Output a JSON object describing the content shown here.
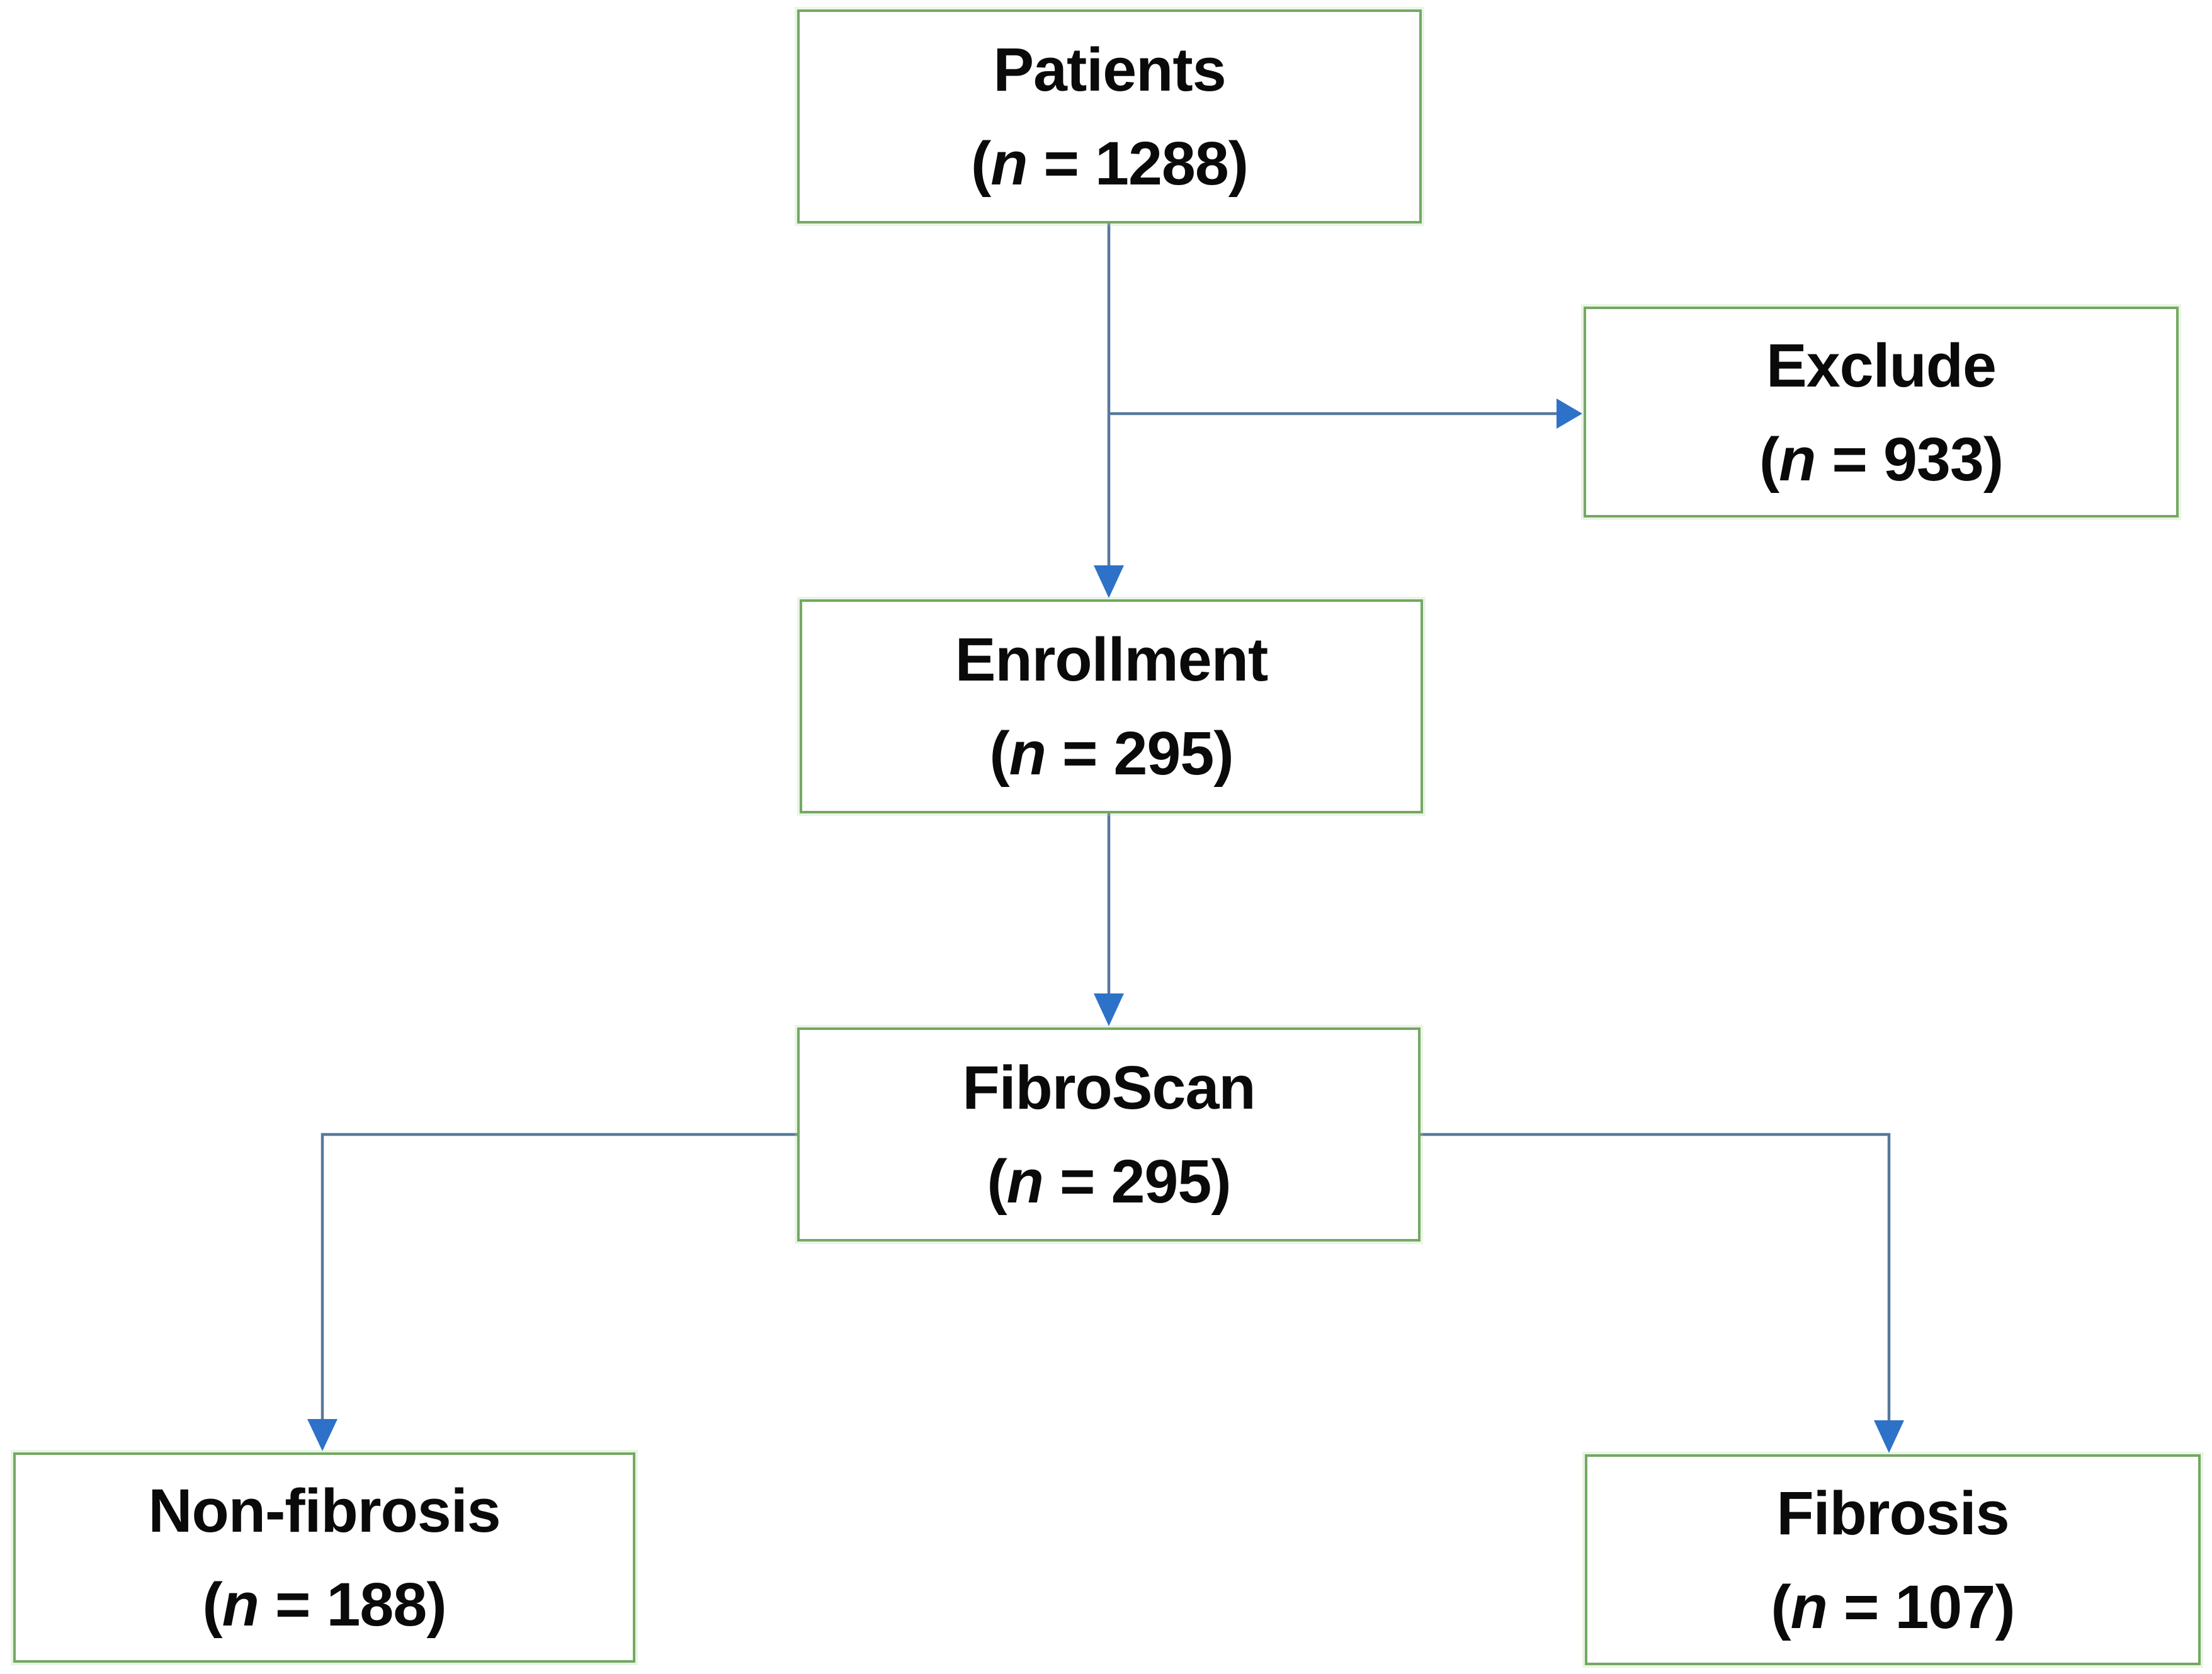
{
  "diagram": {
    "type": "patient-flow-diagram"
  },
  "colors": {
    "box_border": "#74a863",
    "box_fill": "#ffffff",
    "connector": "#56789b",
    "arrowhead": "#2d72c8",
    "text": "#0a0a0a",
    "background": "#ffffff"
  },
  "meta": {
    "open_paren": "(",
    "n_separator": " = ",
    "close_paren": ")"
  },
  "nodes": [
    {
      "id": "patients",
      "label": "Patients",
      "n_symbol": "n",
      "n_value": "1288"
    },
    {
      "id": "exclude",
      "label": "Exclude",
      "n_symbol": "n",
      "n_value": "933"
    },
    {
      "id": "enrollment",
      "label": "Enrollment",
      "n_symbol": "n",
      "n_value": "295"
    },
    {
      "id": "fibroscan",
      "label": "FibroScan",
      "n_symbol": "n",
      "n_value": "295"
    },
    {
      "id": "non_fibrosis",
      "label": "Non-fibrosis",
      "n_symbol": "n",
      "n_value": "188"
    },
    {
      "id": "fibrosis",
      "label": "Fibrosis",
      "n_symbol": "n",
      "n_value": "107"
    }
  ],
  "edges": [
    {
      "from": "patients",
      "to": "enrollment",
      "direction": "down"
    },
    {
      "from": "patients",
      "to": "exclude",
      "direction": "right"
    },
    {
      "from": "enrollment",
      "to": "fibroscan",
      "direction": "down"
    },
    {
      "from": "fibroscan",
      "to": "non_fibrosis",
      "direction": "left-down"
    },
    {
      "from": "fibroscan",
      "to": "fibrosis",
      "direction": "right-down"
    }
  ]
}
